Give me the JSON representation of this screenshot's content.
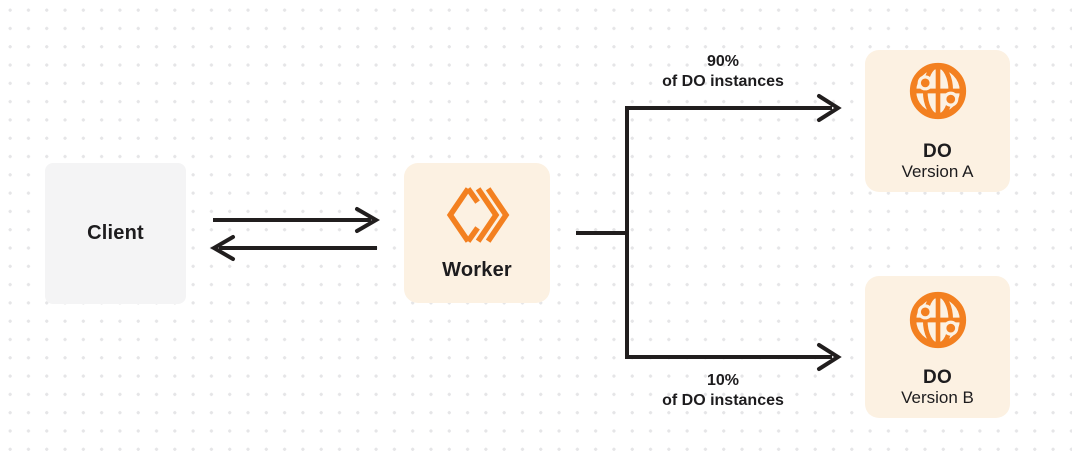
{
  "diagram": {
    "nodes": {
      "client": {
        "label": "Client"
      },
      "worker": {
        "label": "Worker",
        "icon": "workers-logo-icon"
      },
      "do_a": {
        "title": "DO",
        "subtitle": "Version A",
        "icon": "globe-icon"
      },
      "do_b": {
        "title": "DO",
        "subtitle": "Version B",
        "icon": "globe-icon"
      }
    },
    "edges": {
      "client_worker": {
        "type": "bidirectional-arrows"
      },
      "worker_fork_top": {
        "label_line1": "90%",
        "label_line2": "of DO instances"
      },
      "worker_fork_bottom": {
        "label_line1": "10%",
        "label_line2": "of DO instances"
      }
    },
    "colors": {
      "accent_orange": "#F38020",
      "node_cream": "#FCF1E2",
      "node_gray": "#F4F4F5",
      "line_dark": "#211E1E",
      "text_dark": "#1D1C1E",
      "dot_grid": "#E5E5E7",
      "background": "#FFFFFF"
    }
  }
}
